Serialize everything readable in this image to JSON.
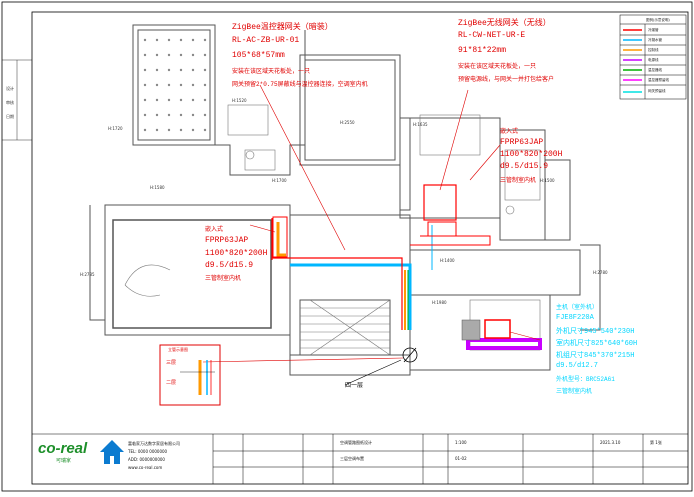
{
  "notes": {
    "gateway": {
      "title": "ZigBee温控器网关（暗装）",
      "model": "RL-AC-ZB-UR-01",
      "size": "105*68*57mm",
      "line1": "安装在该区域天花板处，一只",
      "line2": "网关预留2*0.75屏蔽线与温控器连接，空调室内机"
    },
    "wifi": {
      "title": "ZigBee无线网关（无线）",
      "model": "RL-CW-NET-UR-E",
      "size": "91*81*22mm",
      "line1": "安装在该区域天花板处，一只",
      "line2": "预留电源线，与网关一并打包给客户"
    },
    "unit_right": {
      "l1": "嵌入式",
      "l2": "FPRP63JAP",
      "l3": "1100*820*200H",
      "l4": "d9.5/d15.9",
      "l5": "三管制室内机"
    },
    "unit_left": {
      "l1": "嵌入式",
      "l2": "FPRP63JAP",
      "l3": "1100*820*200H",
      "l4": "d9.5/d15.9",
      "l5": "三管制室内机"
    },
    "outdoor": {
      "l1": "主机（室外机）",
      "l2": "FJE8F220A",
      "l3": "外机尺寸945*540*230H",
      "l4": "室内机尺寸825*640*60H",
      "l5": "机组尺寸845*370*215H",
      "l6": "d9.5/d12.7",
      "l7": "外机型号：BRC52A61",
      "l8": "三管制室内机"
    },
    "detail": {
      "title": "立管示意图",
      "a": "三层",
      "b": "二层"
    },
    "label_floor": "四一层"
  },
  "rooms": {
    "r1": "H:1720",
    "r2": "H:2785",
    "r3": "H:1520",
    "r4": "H:1700",
    "r5": "H:2550",
    "r6": "H:1635",
    "r7": "H:1500",
    "r8": "H:1400",
    "r9": "H:1980",
    "r10": "H:1580",
    "r11": "H:2780"
  },
  "legend": {
    "header": "图例(示意说明)",
    "items": [
      "冷媒管",
      "冷凝水管",
      "控制线",
      "电源线",
      "温控器线",
      "温控器预留线",
      "网关预留线"
    ],
    "colors": [
      "#ff0000",
      "#00b7ff",
      "#ff9900",
      "#c800ff",
      "#00b000",
      "#ff00ff",
      "#00e0e0"
    ]
  },
  "titleblock": {
    "company_line1": "富临家万达数字家居有限公司",
    "company_line2": "TEL: 0000 0000000",
    "company_line3": "ADD: 0000000000",
    "company_line4": "www.co-real.com",
    "logo_text": "co-real",
    "logo_sub": "可瑞家",
    "project": "空调管路图纸设计",
    "drawing": "三层空调布置",
    "scale": "1:100",
    "sheet_no": "01-02",
    "date": "2021.3.10",
    "page": "第 1张"
  },
  "left_strip": [
    "设计",
    "审核",
    "日期"
  ]
}
